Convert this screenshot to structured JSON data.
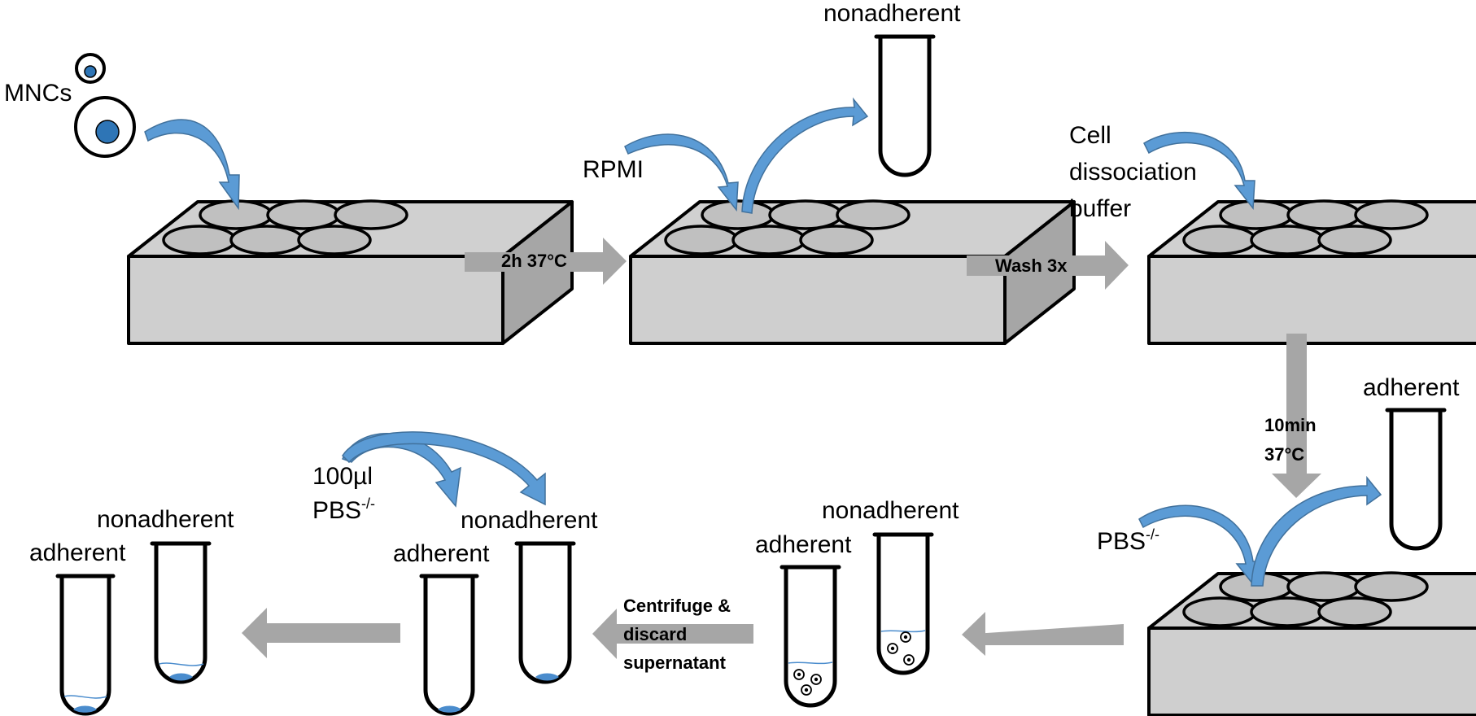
{
  "labels": {
    "mncs": "MNCs",
    "rpmi": "RPMI",
    "nonadherent_1": "nonadherent",
    "cell_dissociation_1": "Cell",
    "cell_dissociation_2": "dissociation",
    "cell_dissociation_3": "buffer",
    "adherent_1": "adherent",
    "pbs_1": "PBS",
    "pbs_1_sup": "-/-",
    "nonadherent_2": "nonadherent",
    "adherent_2": "adherent",
    "pbs_volume": "100µl",
    "pbs_2": "PBS",
    "pbs_2_sup": "-/-",
    "nonadherent_3": "nonadherent",
    "adherent_3": "adherent",
    "nonadherent_4": "nonadherent",
    "adherent_4": "adherent"
  },
  "steps": {
    "incubation": "2h 37°C",
    "wash": "Wash 3x",
    "dissociation_time_1": "10min",
    "dissociation_time_2": "37°C",
    "centrifuge_1": "Centrifuge &",
    "centrifuge_2": "discard",
    "centrifuge_3": "supernatant"
  },
  "colors": {
    "plate_top": "#d0d0d0",
    "plate_side": "#a6a6a6",
    "well": "#c0c0c0",
    "process_arrow": "#a6a6a6",
    "transfer_arrow": "#5b9bd5",
    "cell_nucleus": "#2e75b6"
  }
}
